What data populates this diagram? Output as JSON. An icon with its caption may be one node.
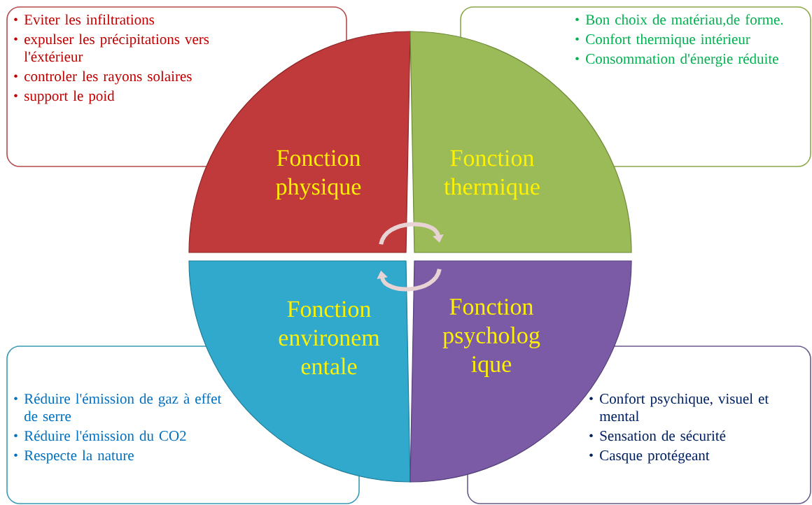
{
  "diagram": {
    "nodes": [
      {
        "text": [
          "Eviter les infiltrations",
          "expulser les précipitations vers l'éxtérieur",
          "controler les rayons solaires",
          "support le poid"
        ]
      },
      {
        "text": [
          "Fonction physique"
        ]
      },
      {
        "text": [
          "Bon choix de matériau,de forme.",
          "Confort thermique intérieur",
          "Consommation d'énergie réduite"
        ]
      },
      {
        "text": [
          "Fonction thermique"
        ]
      },
      {
        "text": [
          "Fonction environem entale"
        ]
      },
      {
        "text": [
          "Fonction psycholog ique"
        ]
      },
      {
        "text": [
          "Réduire l'émission de gaz à effet de serre",
          "Réduire l'émission du CO2",
          "Respecte la nature"
        ]
      },
      {
        "text": [
          "Confort psychique, visuel et mental",
          "Sensation de sécurité",
          "Casque protégeant"
        ]
      }
    ],
    "edges": [
      {
        "from": 1,
        "to": 3,
        "arrow": "to"
      },
      {
        "from": 5,
        "to": 4,
        "arrow": "to"
      }
    ]
  }
}
